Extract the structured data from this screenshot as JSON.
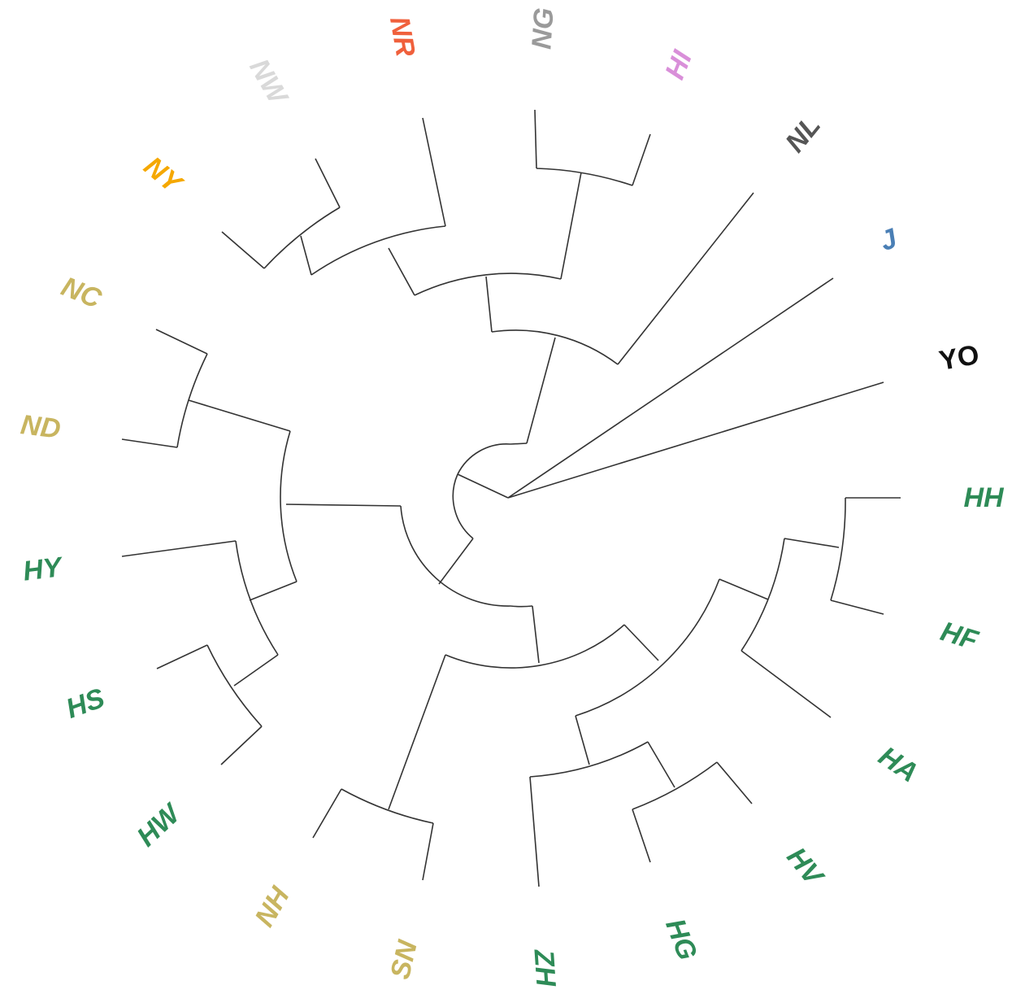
{
  "diagram": {
    "type": "circular-dendrogram",
    "leaves": [
      {
        "label": "NW",
        "color": "#d9d9d9"
      },
      {
        "label": "NR",
        "color": "#f0603c"
      },
      {
        "label": "NG",
        "color": "#9a9a9a"
      },
      {
        "label": "HI",
        "color": "#d98fd9"
      },
      {
        "label": "NL",
        "color": "#555555"
      },
      {
        "label": "J",
        "color": "#4a7fb5"
      },
      {
        "label": "YO",
        "color": "#111111"
      },
      {
        "label": "HH",
        "color": "#2e8b57"
      },
      {
        "label": "HF",
        "color": "#2e8b57"
      },
      {
        "label": "HA",
        "color": "#2e8b57"
      },
      {
        "label": "HV",
        "color": "#2e8b57"
      },
      {
        "label": "HG",
        "color": "#2e8b57"
      },
      {
        "label": "ZH",
        "color": "#2e8b57"
      },
      {
        "label": "SN",
        "color": "#c8b560"
      },
      {
        "label": "NH",
        "color": "#c8b560"
      },
      {
        "label": "HW",
        "color": "#2e8b57"
      },
      {
        "label": "HS",
        "color": "#2e8b57"
      },
      {
        "label": "HY",
        "color": "#2e8b57"
      },
      {
        "label": "ND",
        "color": "#c8b560"
      },
      {
        "label": "NC",
        "color": "#c8b560"
      },
      {
        "label": "NY",
        "color": "#f5a800"
      }
    ]
  }
}
